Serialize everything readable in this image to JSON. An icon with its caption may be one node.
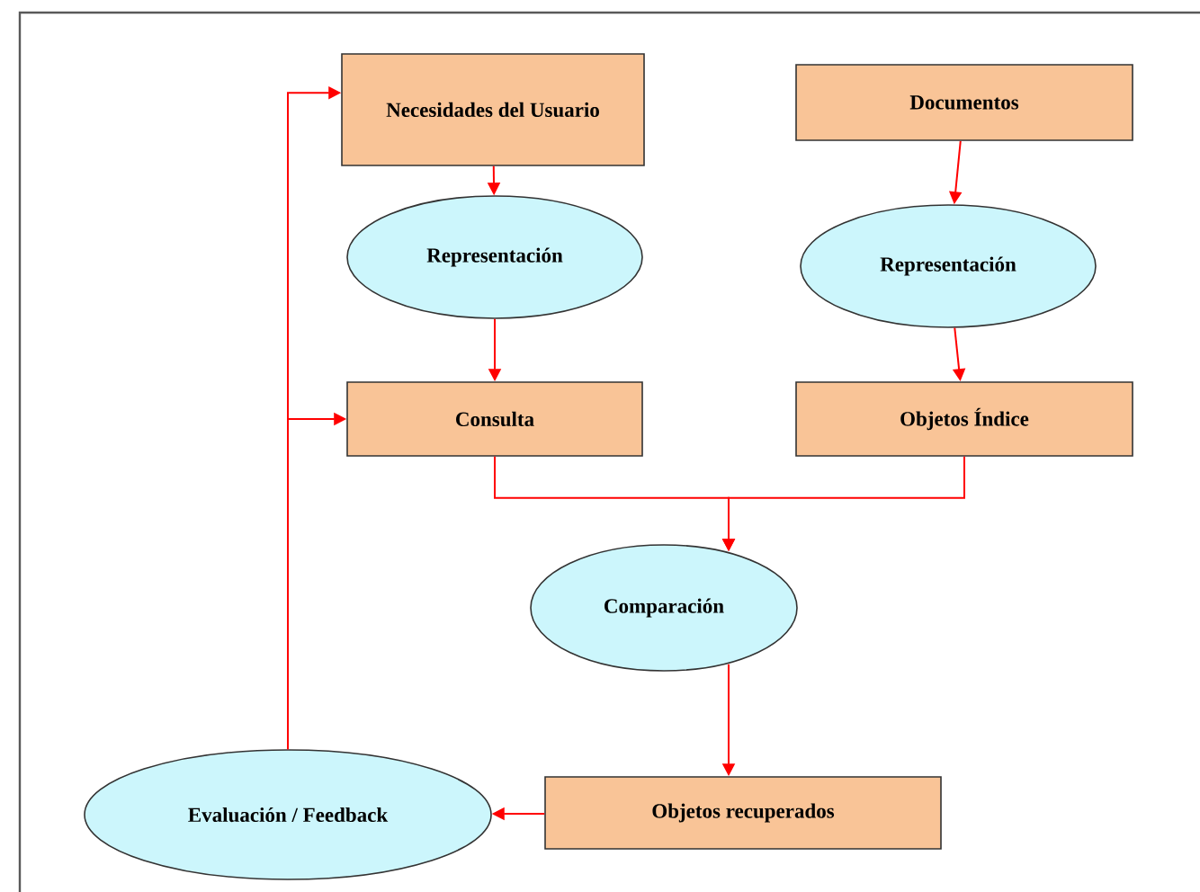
{
  "diagram": {
    "nodes": [
      {
        "text": [
          "Necesidades del Usuario"
        ]
      },
      {
        "text": [
          "Documentos"
        ]
      },
      {
        "text": [
          "Representación"
        ]
      },
      {
        "text": [
          "Representación"
        ]
      },
      {
        "text": [
          "Consulta"
        ]
      },
      {
        "text": [
          "Objetos Índice"
        ]
      },
      {
        "text": [
          "Comparación"
        ]
      },
      {
        "text": [
          "Objetos recuperados"
        ]
      },
      {
        "text": [
          "Evaluación / Feedback"
        ]
      }
    ],
    "edges": [
      {
        "from": 0,
        "to": 2,
        "arrow": "to"
      },
      {
        "from": 2,
        "to": 4,
        "arrow": "to"
      },
      {
        "from": 1,
        "to": 3,
        "arrow": "to"
      },
      {
        "from": 3,
        "to": 5,
        "arrow": "to"
      },
      {
        "from": 4,
        "to": 6,
        "arrow": "to"
      },
      {
        "from": 5,
        "to": 6,
        "arrow": "to"
      },
      {
        "from": 6,
        "to": 7,
        "arrow": "to"
      },
      {
        "from": 7,
        "to": 8,
        "arrow": "to"
      },
      {
        "from": 8,
        "to": 4,
        "arrow": "to"
      },
      {
        "from": 8,
        "to": 0,
        "arrow": "to"
      }
    ]
  }
}
